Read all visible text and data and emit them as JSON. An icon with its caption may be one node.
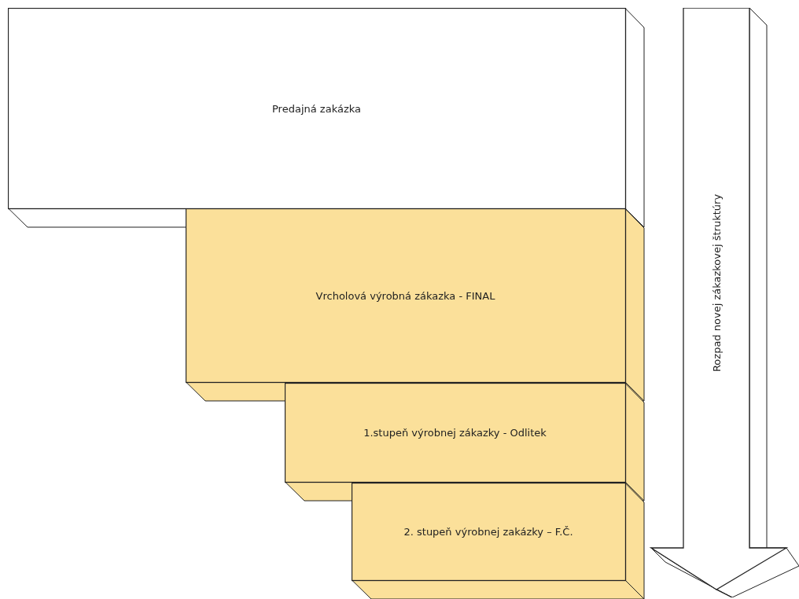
{
  "diagram": {
    "nodes": [
      {
        "text": [
          "Predajná zakázka"
        ]
      },
      {
        "text": [
          "Vrcholová výrobná zákazka - FINAL"
        ]
      },
      {
        "text": [
          "1.stupeň výrobnej zákazky - Odlitek"
        ]
      },
      {
        "text": [
          "2. stupeň výrobnej zakázky – F.Č."
        ]
      },
      {
        "text": [
          "Rozpad novej zákazkovej štruktúry"
        ]
      }
    ]
  }
}
